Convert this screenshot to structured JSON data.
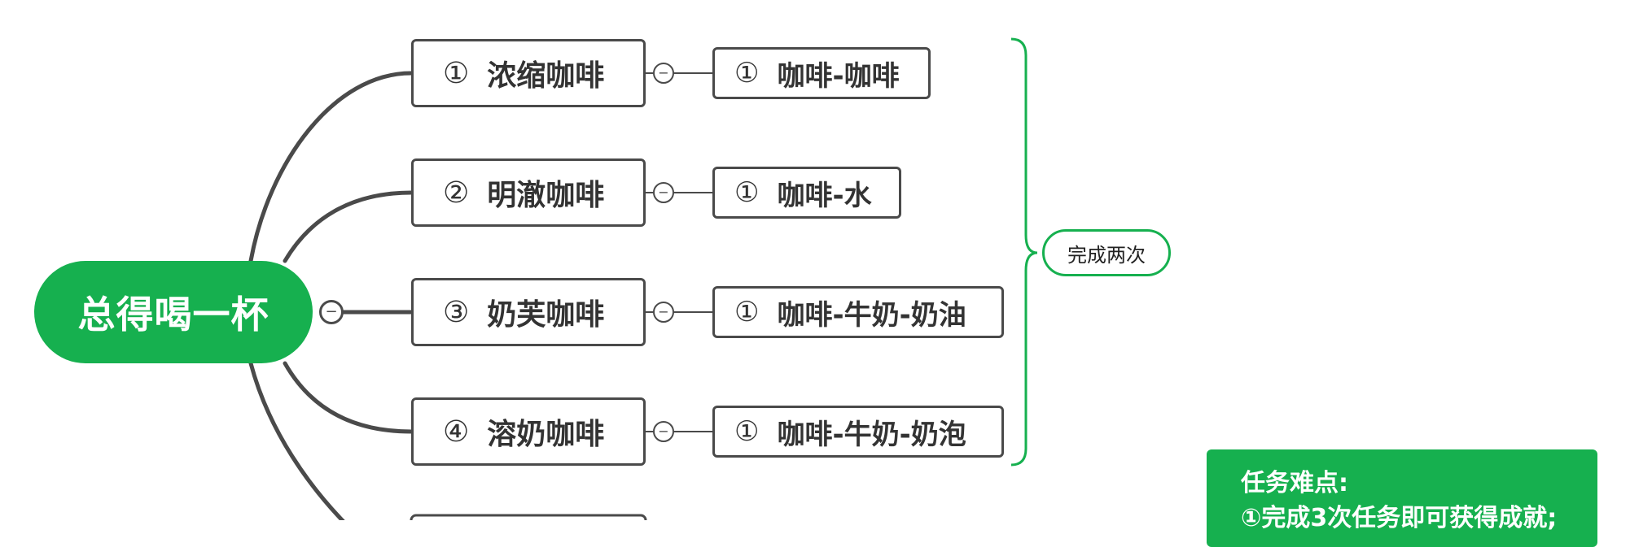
{
  "root": {
    "label": "总得喝一杯",
    "collapse": "−"
  },
  "branches": [
    {
      "num": "①",
      "label": "浓缩咖啡",
      "child": {
        "num": "①",
        "label": "咖啡-咖啡"
      }
    },
    {
      "num": "②",
      "label": "明澈咖啡",
      "child": {
        "num": "①",
        "label": "咖啡-水"
      }
    },
    {
      "num": "③",
      "label": "奶芙咖啡",
      "child": {
        "num": "①",
        "label": "咖啡-牛奶-奶油"
      }
    },
    {
      "num": "④",
      "label": "溶奶咖啡",
      "child": {
        "num": "①",
        "label": "咖啡-牛奶-奶泡"
      }
    }
  ],
  "collapse_symbol": "−",
  "summary": {
    "label": "完成两次"
  },
  "note": {
    "title": "任务难点:",
    "line1": "①完成3次任务即可获得成就;"
  },
  "colors": {
    "accent": "#16b04f",
    "line": "#4a4a4a",
    "text": "#333333"
  }
}
